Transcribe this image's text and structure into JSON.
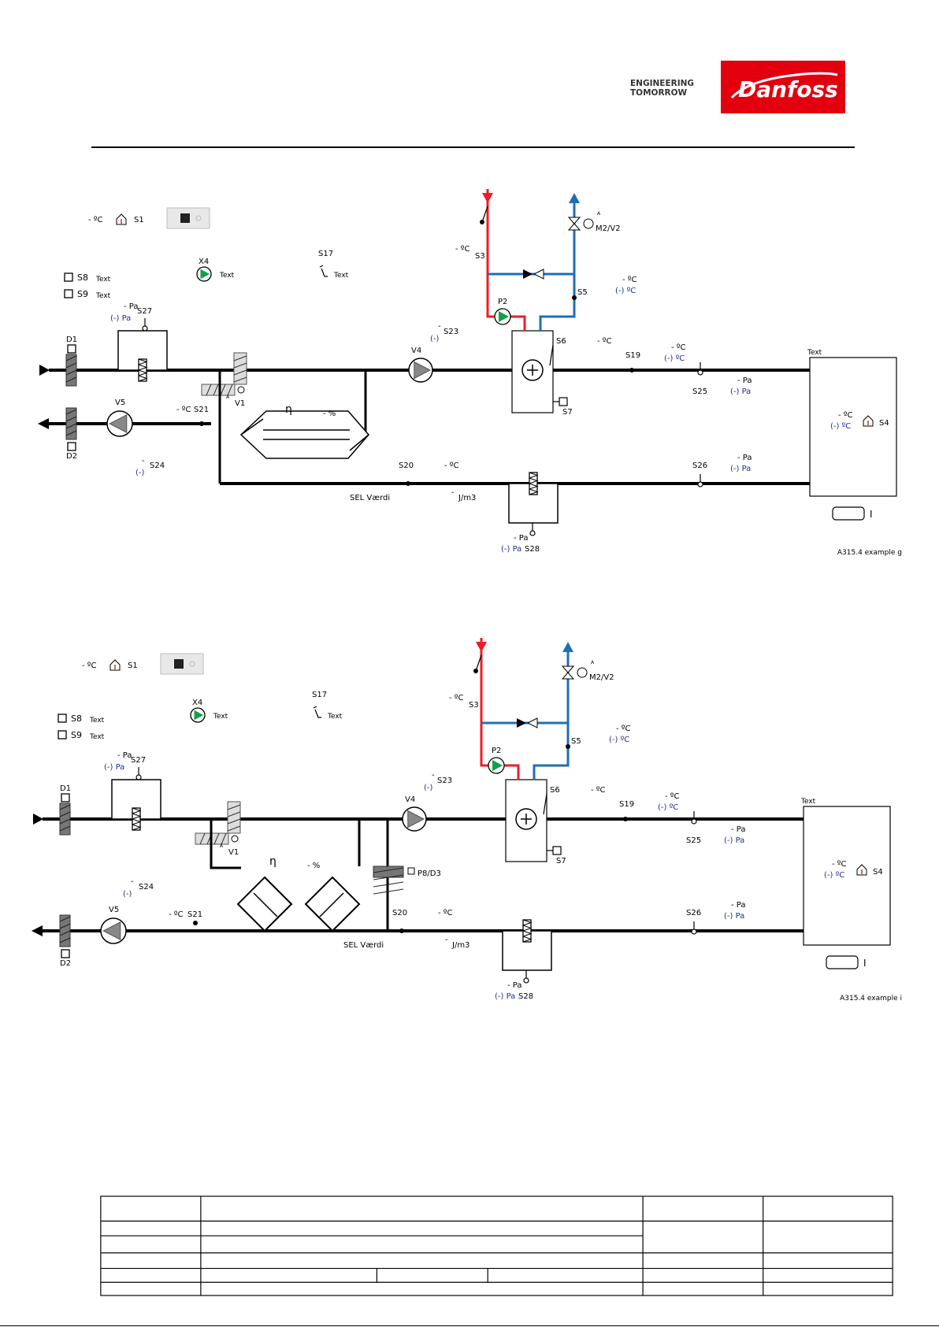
{
  "brand": {
    "line1": "ENGINEERING",
    "line2": "TOMORROW",
    "logo_text": "Danfoss",
    "logo_color": "#e2000f"
  },
  "colors": {
    "supply": "#ee1c25",
    "return": "#1f6fb5",
    "pump": "#11a04a",
    "value": "#1f2d8f"
  },
  "diagrams": [
    {
      "ref": "A315.4 example g",
      "s1": {
        "value": "- ºC",
        "label": "S1"
      },
      "s8": {
        "label": "S8",
        "text": "Text"
      },
      "s9": {
        "label": "S9",
        "text": "Text"
      },
      "x4": {
        "label": "X4",
        "text": "Text"
      },
      "s17": {
        "label": "S17",
        "text": "Text"
      },
      "s3": {
        "value": "- ºC",
        "label": "S3"
      },
      "m2": {
        "label": "M2/V2",
        "a": "A"
      },
      "s5": {
        "label": "S5",
        "value": "- ºC",
        "value2": "(-) ºC"
      },
      "p2": "P2",
      "s6": {
        "label": "S6",
        "value": "- ºC"
      },
      "s7": "S7",
      "s23": {
        "label": "S23",
        "value": "-",
        "value2": "(-)"
      },
      "s27": {
        "label": "S27",
        "value": "- Pa",
        "value2": "(-) Pa"
      },
      "d1": "D1",
      "d2": "D2",
      "v4": "V4",
      "v5": "V5",
      "v1": {
        "label": "V1",
        "a": "A"
      },
      "s21": {
        "label": "S21",
        "value": "- ºC"
      },
      "s24": {
        "label": "S24",
        "value": "-",
        "value2": "(-)"
      },
      "eta": {
        "label": "η",
        "value": "- %"
      },
      "s19": {
        "label": "S19",
        "value": "- ºC",
        "value2": "(-) ºC"
      },
      "s25": {
        "label": "S25",
        "value": "- Pa",
        "value2": "(-) Pa"
      },
      "s20": {
        "label": "S20",
        "value": "- ºC"
      },
      "s26": {
        "label": "S26",
        "value": "- Pa",
        "value2": "(-) Pa"
      },
      "sel": {
        "label": "SEL Værdi",
        "value": "-",
        "unit": "J/m3"
      },
      "s28": {
        "label": "S28",
        "value": "- Pa",
        "value2": "(-) Pa"
      },
      "room": {
        "title": "Text",
        "value": "- ºC",
        "value2": "(-) ºC",
        "label": "S4",
        "switch": "I"
      }
    },
    {
      "ref": "A315.4 example i",
      "s1": {
        "value": "- ºC",
        "label": "S1"
      },
      "s8": {
        "label": "S8",
        "text": "Text"
      },
      "s9": {
        "label": "S9",
        "text": "Text"
      },
      "x4": {
        "label": "X4",
        "text": "Text"
      },
      "s17": {
        "label": "S17",
        "text": "Text"
      },
      "s3": {
        "value": "- ºC",
        "label": "S3"
      },
      "m2": {
        "label": "M2/V2",
        "a": "A"
      },
      "s5": {
        "label": "S5",
        "value": "- ºC",
        "value2": "(-) ºC"
      },
      "p2": "P2",
      "s6": {
        "label": "S6",
        "value": "- ºC"
      },
      "s7": "S7",
      "s23": {
        "label": "S23",
        "value": "-",
        "value2": "(-)"
      },
      "s27": {
        "label": "S27",
        "value": "- Pa",
        "value2": "(-) Pa"
      },
      "d1": "D1",
      "d2": "D2",
      "v4": "V4",
      "v5": "V5",
      "v1": {
        "label": "V1",
        "a": "A"
      },
      "s21": {
        "label": "S21",
        "value": "- ºC"
      },
      "s24": {
        "label": "S24",
        "value": "-",
        "value2": "(-)"
      },
      "eta": {
        "label": "η",
        "value": "- %"
      },
      "p8": "P8/D3",
      "s19": {
        "label": "S19",
        "value": "- ºC",
        "value2": "(-) ºC"
      },
      "s25": {
        "label": "S25",
        "value": "- Pa",
        "value2": "(-) Pa"
      },
      "s20": {
        "label": "S20",
        "value": "- ºC"
      },
      "s26": {
        "label": "S26",
        "value": "- Pa",
        "value2": "(-) Pa"
      },
      "sel": {
        "label": "SEL Værdi",
        "value": "-",
        "unit": "J/m3"
      },
      "s28": {
        "label": "S28",
        "value": "- Pa",
        "value2": "(-) Pa"
      },
      "room": {
        "title": "Text",
        "value": "- ºC",
        "value2": "(-) ºC",
        "label": "S4",
        "switch": "I"
      }
    }
  ]
}
